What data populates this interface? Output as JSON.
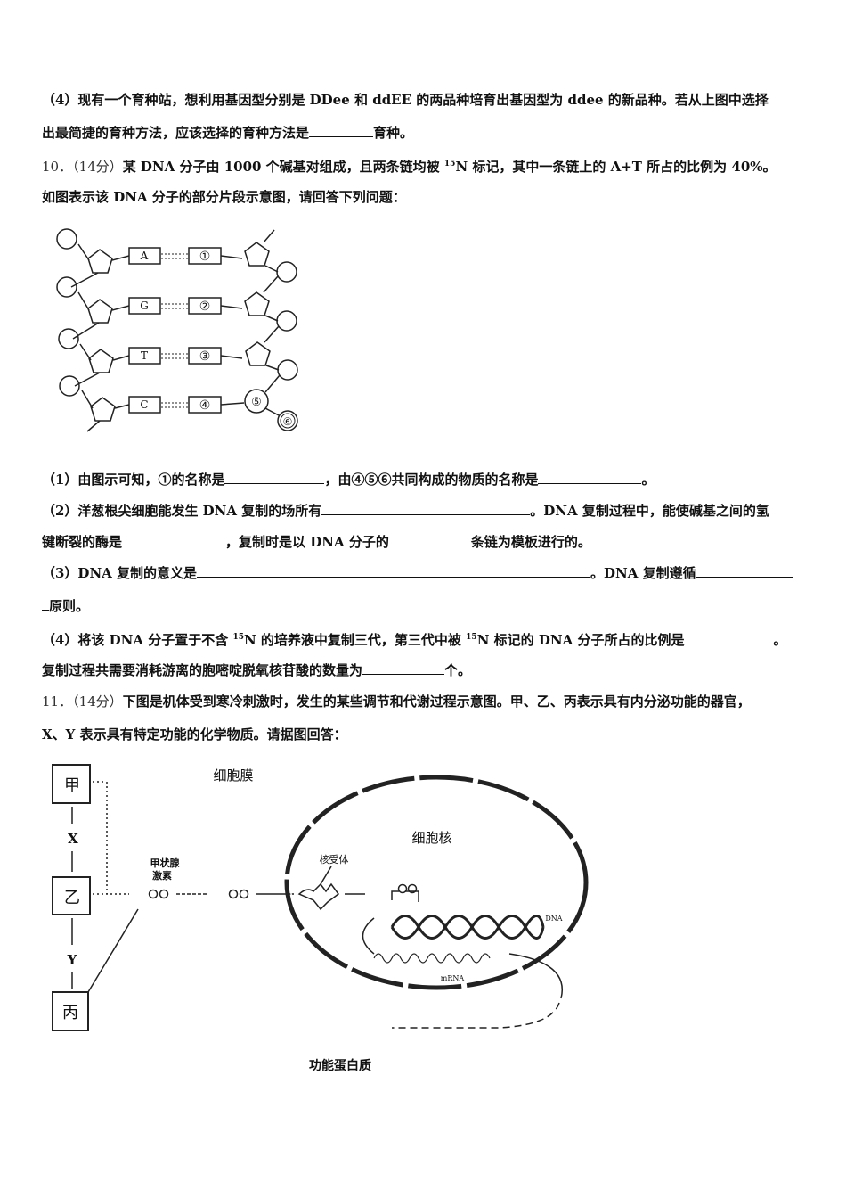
{
  "q9_part4": {
    "line1": "（4）现有一个育种站，想利用基因型分别是 DDee 和 ddEE 的两品种培育出基因型为 ddee 的新品种。若从上图中选择",
    "line2_a": "出最简捷的育种方法，应该选择的育种方法是",
    "line2_b": "育种。"
  },
  "q10": {
    "number": "10．（14分）",
    "stem1_a": "某 DNA 分子由 1000 个碱基对组成，且两条链均被 ",
    "sup15": "15",
    "stem1_b": "N 标记，其中一条链上的 A+T 所占的比例为 40%。",
    "stem2": "如图表示该 DNA 分子的部分片段示意图，请回答下列问题：",
    "figure": {
      "bases_left": [
        "A",
        "G",
        "T",
        "C"
      ],
      "bases_right": [
        "①",
        "②",
        "③",
        "④"
      ],
      "label5": "⑤",
      "label6": "⑥"
    },
    "p1_a": "（1）由图示可知，①的名称是",
    "p1_b": "，由④⑤⑥共同构成的物质的名称是",
    "p1_c": "。",
    "p2_a": "（2）洋葱根尖细胞能发生 DNA 复制的场所有",
    "p2_b": "。DNA 复制过程中，能使碱基之间的氢",
    "p2_c": "键断裂的酶是",
    "p2_d": "，复制时是以 DNA 分子的",
    "p2_e": "条链为模板进行的。",
    "p3_a": "（3）DNA 复制的意义是",
    "p3_b": "。DNA 复制遵循",
    "p3_c": "原则。",
    "p4_a": "（4）将该 DNA 分子置于不含 ",
    "p4_b": "N 的培养液中复制三代，第三代中被 ",
    "p4_c": "N 标记的 DNA 分子所占的比例是",
    "p4_d": "。",
    "p4_e": "复制过程共需要消耗游离的胞嘧啶脱氧核苷酸的数量为",
    "p4_f": "个。"
  },
  "q11": {
    "number": "11．（14分）",
    "stem1": "下图是机体受到寒冷刺激时，发生的某些调节和代谢过程示意图。甲、乙、丙表示具有内分泌功能的器官，",
    "stem2": "X、Y 表示具有特定功能的化学物质。请据图回答：",
    "figure": {
      "box_jia": "甲",
      "box_yi": "乙",
      "box_bing": "丙",
      "x_label": "X",
      "y_label": "Y",
      "membrane": "细胞膜",
      "nucleus": "细胞核",
      "hormone_line1": "甲状腺",
      "hormone_line2": "激素",
      "receptor": "核受体",
      "dna": "DNA",
      "mrna": "mRNA",
      "protein": "功能蛋白质"
    }
  }
}
